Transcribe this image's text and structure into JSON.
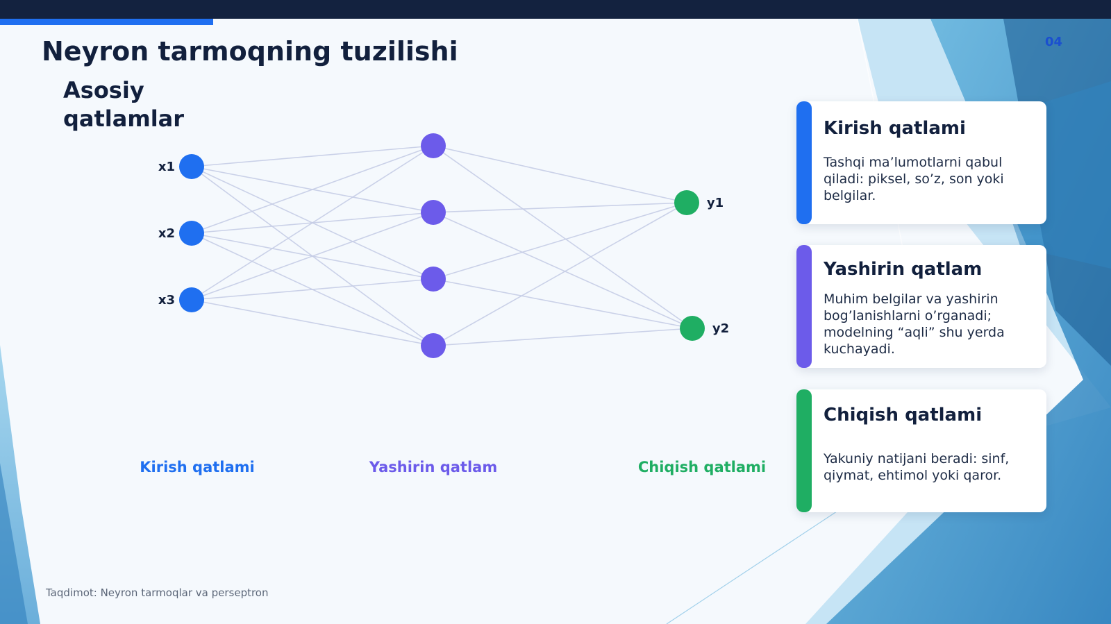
{
  "slide": {
    "title": "Neyron tarmoqning tuzilishi",
    "subtitle": "Asosiy qatlamlar",
    "page_number": "04",
    "footer": "Taqdimot: Neyron tarmoqlar va perseptron"
  },
  "colors": {
    "input": "#1f6ff0",
    "hidden": "#6c5bea",
    "output": "#1fae63",
    "dark_header": "#13223f",
    "title_text": "#12203d"
  },
  "network": {
    "input_nodes": [
      "x1",
      "x2",
      "x3"
    ],
    "hidden_node_count": 4,
    "output_nodes": [
      "y1",
      "y2"
    ],
    "layer_labels": {
      "input": "Kirish qatlami",
      "hidden": "Yashirin qatlam",
      "output": "Chiqish qatlami"
    }
  },
  "cards": [
    {
      "title": "Kirish qatlami",
      "text": "Tashqi ma’lumotlarni qabul qiladi: piksel, so’z, son yoki belgilar.",
      "color": "#1f6ff0"
    },
    {
      "title": "Yashirin qatlam",
      "text": "Muhim belgilar va yashirin bog’lanishlarni o’rganadi; modelning “aqli” shu yerda kuchayadi.",
      "color": "#6c5bea"
    },
    {
      "title": "Chiqish qatlami",
      "text": "Yakuniy natijani beradi: sinf, qiymat, ehtimol yoki qaror.",
      "color": "#1fae63"
    }
  ]
}
